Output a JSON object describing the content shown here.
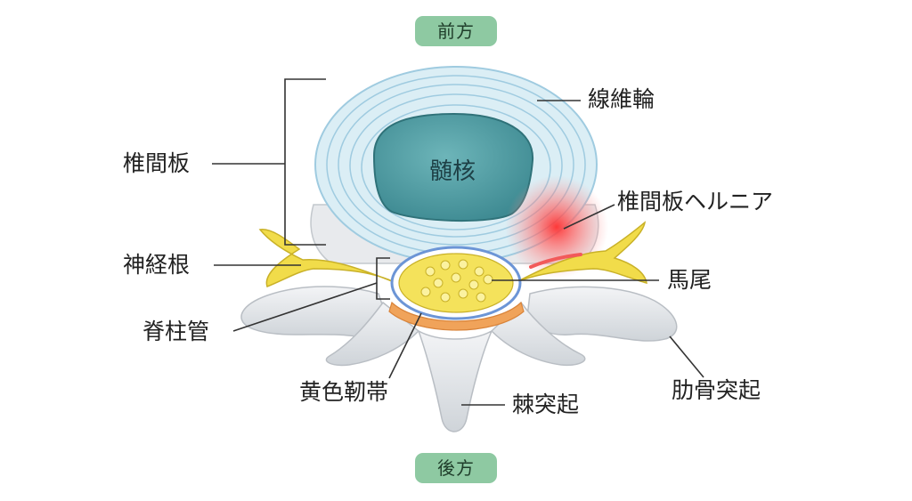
{
  "orientation": {
    "front": "前方",
    "back": "後方"
  },
  "labels": {
    "disc": "椎間板",
    "annulus": "線維輪",
    "nucleus": "髄核",
    "herniation": "椎間板ヘルニア",
    "nerve_root": "神経根",
    "cauda_equina": "馬尾",
    "spinal_canal": "脊柱管",
    "ligamentum_flavum": "黄色靭帯",
    "spinous_process": "棘突起",
    "costal_process": "肋骨突起"
  },
  "colors": {
    "badge": "#8ec9a2",
    "disc_outer": "#dbeef5",
    "disc_ring": "#9fcbe0",
    "nucleus": "#4f9ca3",
    "nerve": "#f1dc4a",
    "bone": "#e4e7ea",
    "ligament": "#f0a35a",
    "herniation": "#f25a5a",
    "leader": "#333333"
  }
}
